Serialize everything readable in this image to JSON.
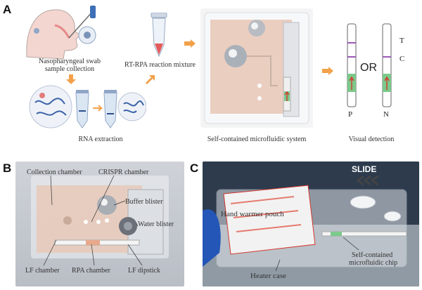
{
  "panels": {
    "a": {
      "letter": "A",
      "labels": {
        "swab": "Nasopharyngeal swab",
        "swab2": "sample collection",
        "rna": "RNA extraction",
        "rpa": "RT-RPA reaction mixture",
        "system": "Self-contained microfluidic system",
        "visual": "Visual detection"
      },
      "strip_labels": {
        "t": "T",
        "c": "C",
        "or": "OR",
        "p": "P",
        "n": "N"
      }
    },
    "b": {
      "letter": "B",
      "labels": {
        "collection": "Collection chamber",
        "crispr": "CRISPR chamber",
        "buffer": "Buffer blister",
        "water": "Water blister",
        "lf_chamber": "LF chamber",
        "rpa_chamber": "RPA chamber",
        "lf_dipstick": "LF dipstick"
      }
    },
    "c": {
      "letter": "C",
      "labels": {
        "slide": "SLIDE",
        "pouch": "Hand warmer pouch",
        "chip": "Self-contained",
        "chip2": "microfluidic chip",
        "heater": "Heater case"
      }
    }
  },
  "colors": {
    "arrow": "#f2a14a",
    "strip_green": "#7cc98a",
    "strip_red": "#d2382f",
    "strip_purple": "#9b59b6",
    "chip_body": "#e8c9b9"
  }
}
